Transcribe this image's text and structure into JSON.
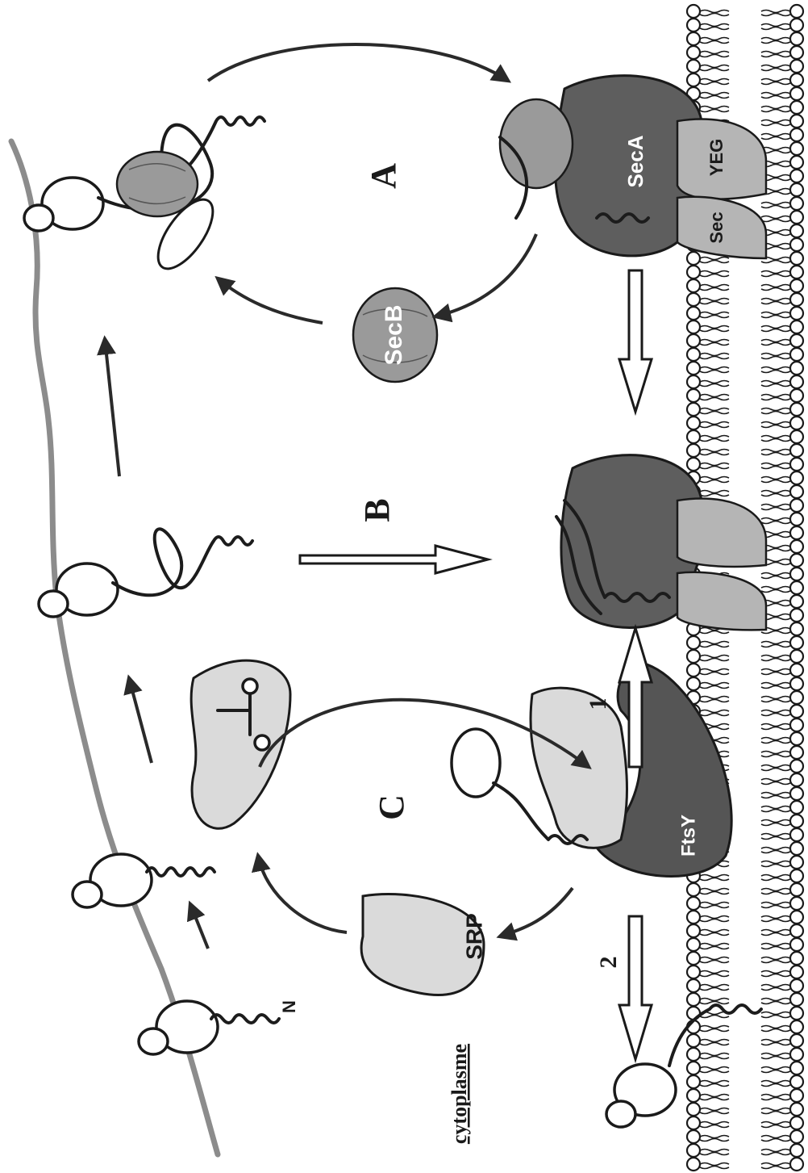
{
  "labels": {
    "panel_a": "A",
    "panel_b": "B",
    "panel_c": "C",
    "route_1": "1",
    "route_2": "2",
    "secb": "SecB",
    "seca": "SecA",
    "yeg": "YEG",
    "sec": "Sec",
    "srp": "SRP",
    "ftsy": "FtsY",
    "n_terminus": "N",
    "cytoplasm": "cytoplasme"
  },
  "colors": {
    "mrna": "#8c8c8c",
    "ribosome": "#ffffff",
    "srp": "#dadada",
    "secb": "#9a9a9a",
    "seca": "#5e5e5e",
    "secyeg": "#b5b5b5",
    "ftsy": "#555555",
    "chain": "#1c1c1c"
  }
}
